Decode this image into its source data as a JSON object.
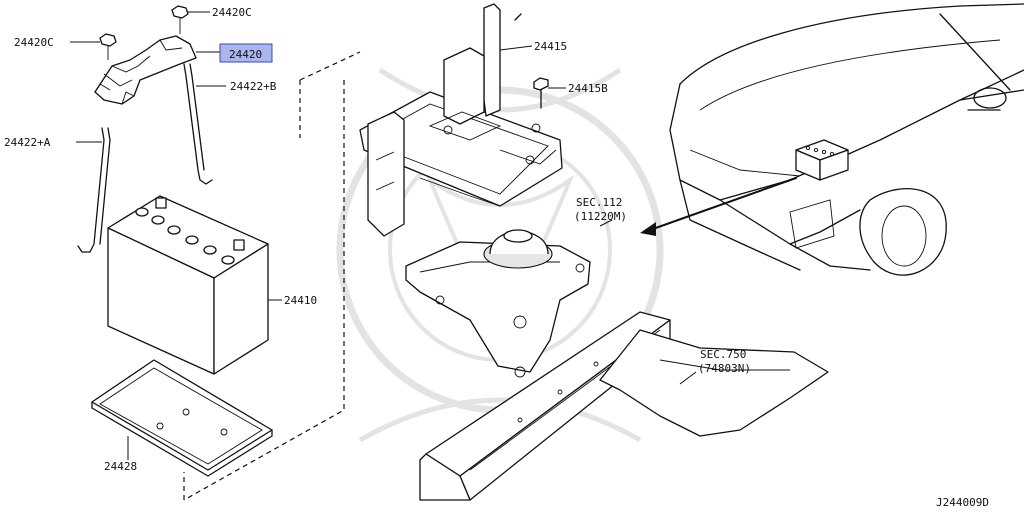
{
  "diagram_id": "J244009D",
  "callouts": [
    {
      "id": "c1",
      "label": "24420C"
    },
    {
      "id": "c2",
      "label": "24420C"
    },
    {
      "id": "c3",
      "label": "24420",
      "highlighted": true
    },
    {
      "id": "c4",
      "label": "24422+B"
    },
    {
      "id": "c5",
      "label": "24422+A"
    },
    {
      "id": "c6",
      "label": "24410"
    },
    {
      "id": "c7",
      "label": "24428"
    },
    {
      "id": "c8",
      "label": "24415"
    },
    {
      "id": "c9",
      "label": "24415B"
    }
  ],
  "section_refs": [
    {
      "id": "s1",
      "line1": "SEC.112",
      "line2": "(11220M)"
    },
    {
      "id": "s2",
      "line1": "SEC.750",
      "line2": "(74803N)"
    }
  ],
  "colors": {
    "highlight": "#aab6ee",
    "line": "#111111",
    "watermark": "#e3e3e3"
  }
}
